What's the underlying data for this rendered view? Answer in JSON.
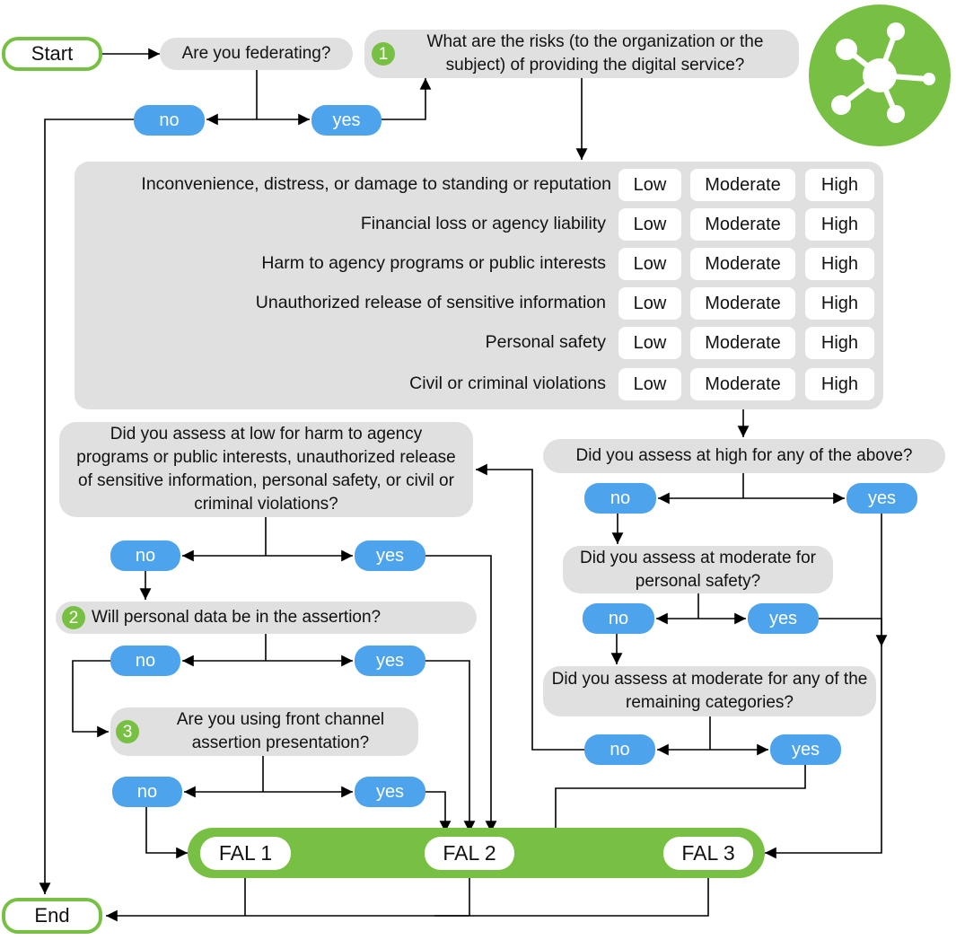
{
  "terminals": {
    "start": "Start",
    "end": "End"
  },
  "questions": {
    "federating": "Are you federating?",
    "risks": "What are the risks (to the organization or the subject) of providing the digital service?",
    "high_any": "Did you assess at high for any of the above?",
    "low_harm": "Did you assess at low for harm to agency programs or public interests, unauthorized release of sensitive information, personal safety, or civil or criminal violations?",
    "moderate_safety": "Did you assess at moderate for personal safety?",
    "moderate_remaining": "Did you assess at moderate for any of the remaining categories?",
    "personal_data": "Will personal data be in the assertion?",
    "front_channel": "Are you using front channel assertion presentation?"
  },
  "step_numbers": {
    "risks": "1",
    "personal_data": "2",
    "front_channel": "3"
  },
  "answers": {
    "yes": "yes",
    "no": "no"
  },
  "risk_levels": [
    "Low",
    "Moderate",
    "High"
  ],
  "risk_categories": [
    "Inconvenience, distress, or damage to standing or reputation",
    "Financial loss or agency liability",
    "Harm to agency programs or public interests",
    "Unauthorized release of sensitive information",
    "Personal safety",
    "Civil or criminal violations"
  ],
  "fal_levels": [
    "FAL 1",
    "FAL 2",
    "FAL 3"
  ],
  "icon": "federation-network-icon",
  "colors": {
    "accent_green": "#78c043",
    "answer_blue": "#4da3ec",
    "question_gray": "#e0e0e0"
  }
}
